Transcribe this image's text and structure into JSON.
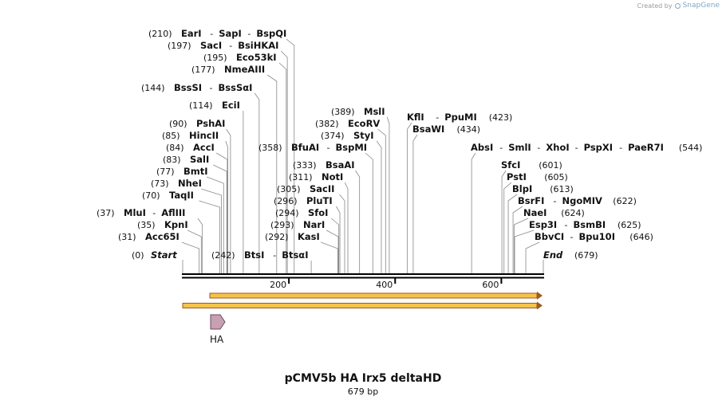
{
  "credit": {
    "text": "Created by",
    "brand": "SnapGene"
  },
  "title": "pCMV5b HA Irx5 deltaHD",
  "subtitle": "679 bp",
  "sequence_length": 679,
  "axis_ticks": [
    200,
    400,
    600
  ],
  "start_label": {
    "name": "Start",
    "pos": 0
  },
  "end_label": {
    "name": "End",
    "pos": 679
  },
  "site_rows": [
    {
      "pos_label": "(210)",
      "names": [
        "EarI",
        "SapI",
        "BspQI"
      ],
      "pos": 210
    },
    {
      "pos_label": "(197)",
      "names": [
        "SacI",
        "BsiHKAI"
      ],
      "pos": 197
    },
    {
      "pos_label": "(195)",
      "names": [
        "Eco53kI"
      ],
      "pos": 195
    },
    {
      "pos_label": "(177)",
      "names": [
        "NmeAIII"
      ],
      "pos": 177
    },
    {
      "pos_label": "(144)",
      "names": [
        "BssSI",
        "BssSαI"
      ],
      "pos": 144
    },
    {
      "pos_label": "(114)",
      "names": [
        "EciI"
      ],
      "pos": 114
    },
    {
      "pos_label": "(90)",
      "names": [
        "PshAI"
      ],
      "pos": 90
    },
    {
      "pos_label": "(85)",
      "names": [
        "HincII"
      ],
      "pos": 85
    },
    {
      "pos_label": "(84)",
      "names": [
        "AccI"
      ],
      "pos": 84
    },
    {
      "pos_label": "(83)",
      "names": [
        "SalI"
      ],
      "pos": 83
    },
    {
      "pos_label": "(77)",
      "names": [
        "BmtI"
      ],
      "pos": 77
    },
    {
      "pos_label": "(73)",
      "names": [
        "NheI"
      ],
      "pos": 73
    },
    {
      "pos_label": "(70)",
      "names": [
        "TaqII"
      ],
      "pos": 70
    },
    {
      "pos_label": "(37)",
      "names": [
        "MluI",
        "AflIII"
      ],
      "pos": 37
    },
    {
      "pos_label": "(35)",
      "names": [
        "KpnI"
      ],
      "pos": 35
    },
    {
      "pos_label": "(31)",
      "names": [
        "Acc65I"
      ],
      "pos": 31
    },
    {
      "pos_label": "(242)",
      "names": [
        "BtsI",
        "BtsαI"
      ],
      "pos": 242
    },
    {
      "pos_label": "(389)",
      "names": [
        "MslI"
      ],
      "pos": 389
    },
    {
      "pos_label": "(382)",
      "names": [
        "EcoRV"
      ],
      "pos": 382
    },
    {
      "pos_label": "(374)",
      "names": [
        "StyI"
      ],
      "pos": 374
    },
    {
      "pos_label": "(358)",
      "names": [
        "BfuAI",
        "BspMI"
      ],
      "pos": 358
    },
    {
      "pos_label": "(333)",
      "names": [
        "BsaAI"
      ],
      "pos": 333
    },
    {
      "pos_label": "(311)",
      "names": [
        "NotI"
      ],
      "pos": 311
    },
    {
      "pos_label": "(305)",
      "names": [
        "SacII"
      ],
      "pos": 305
    },
    {
      "pos_label": "(296)",
      "names": [
        "PluTI"
      ],
      "pos": 296
    },
    {
      "pos_label": "(294)",
      "names": [
        "SfoI"
      ],
      "pos": 294
    },
    {
      "pos_label": "(293)",
      "names": [
        "NarI"
      ],
      "pos": 293
    },
    {
      "pos_label": "(292)",
      "names": [
        "KasI"
      ],
      "pos": 292
    },
    {
      "pos_label": "(423)",
      "names": [
        "KflI",
        "PpuMI"
      ],
      "pos": 423
    },
    {
      "pos_label": "(434)",
      "names": [
        "BsaWI"
      ],
      "pos": 434
    },
    {
      "pos_label": "(544)",
      "names": [
        "AbsI",
        "SmlI",
        "XhoI",
        "PspXI",
        "PaeR7I"
      ],
      "pos": 544
    },
    {
      "pos_label": "(601)",
      "names": [
        "SfcI"
      ],
      "pos": 601
    },
    {
      "pos_label": "(605)",
      "names": [
        "PstI"
      ],
      "pos": 605
    },
    {
      "pos_label": "(613)",
      "names": [
        "BlpI"
      ],
      "pos": 613
    },
    {
      "pos_label": "(622)",
      "names": [
        "BsrFI",
        "NgoMIV"
      ],
      "pos": 622
    },
    {
      "pos_label": "(624)",
      "names": [
        "NaeI"
      ],
      "pos": 624
    },
    {
      "pos_label": "(625)",
      "names": [
        "Esp3I",
        "BsmBI"
      ],
      "pos": 625
    },
    {
      "pos_label": "(646)",
      "names": [
        "BbvCI",
        "Bpu10I"
      ],
      "pos": 646
    }
  ],
  "features": [
    {
      "name": "HA",
      "type": "feature",
      "color": "#c8a0b4",
      "start": 52,
      "end": 78
    }
  ],
  "colors": {
    "orf_fill": "#f5c34a",
    "orf_outline": "#a05a1a",
    "axis": "#000000"
  }
}
